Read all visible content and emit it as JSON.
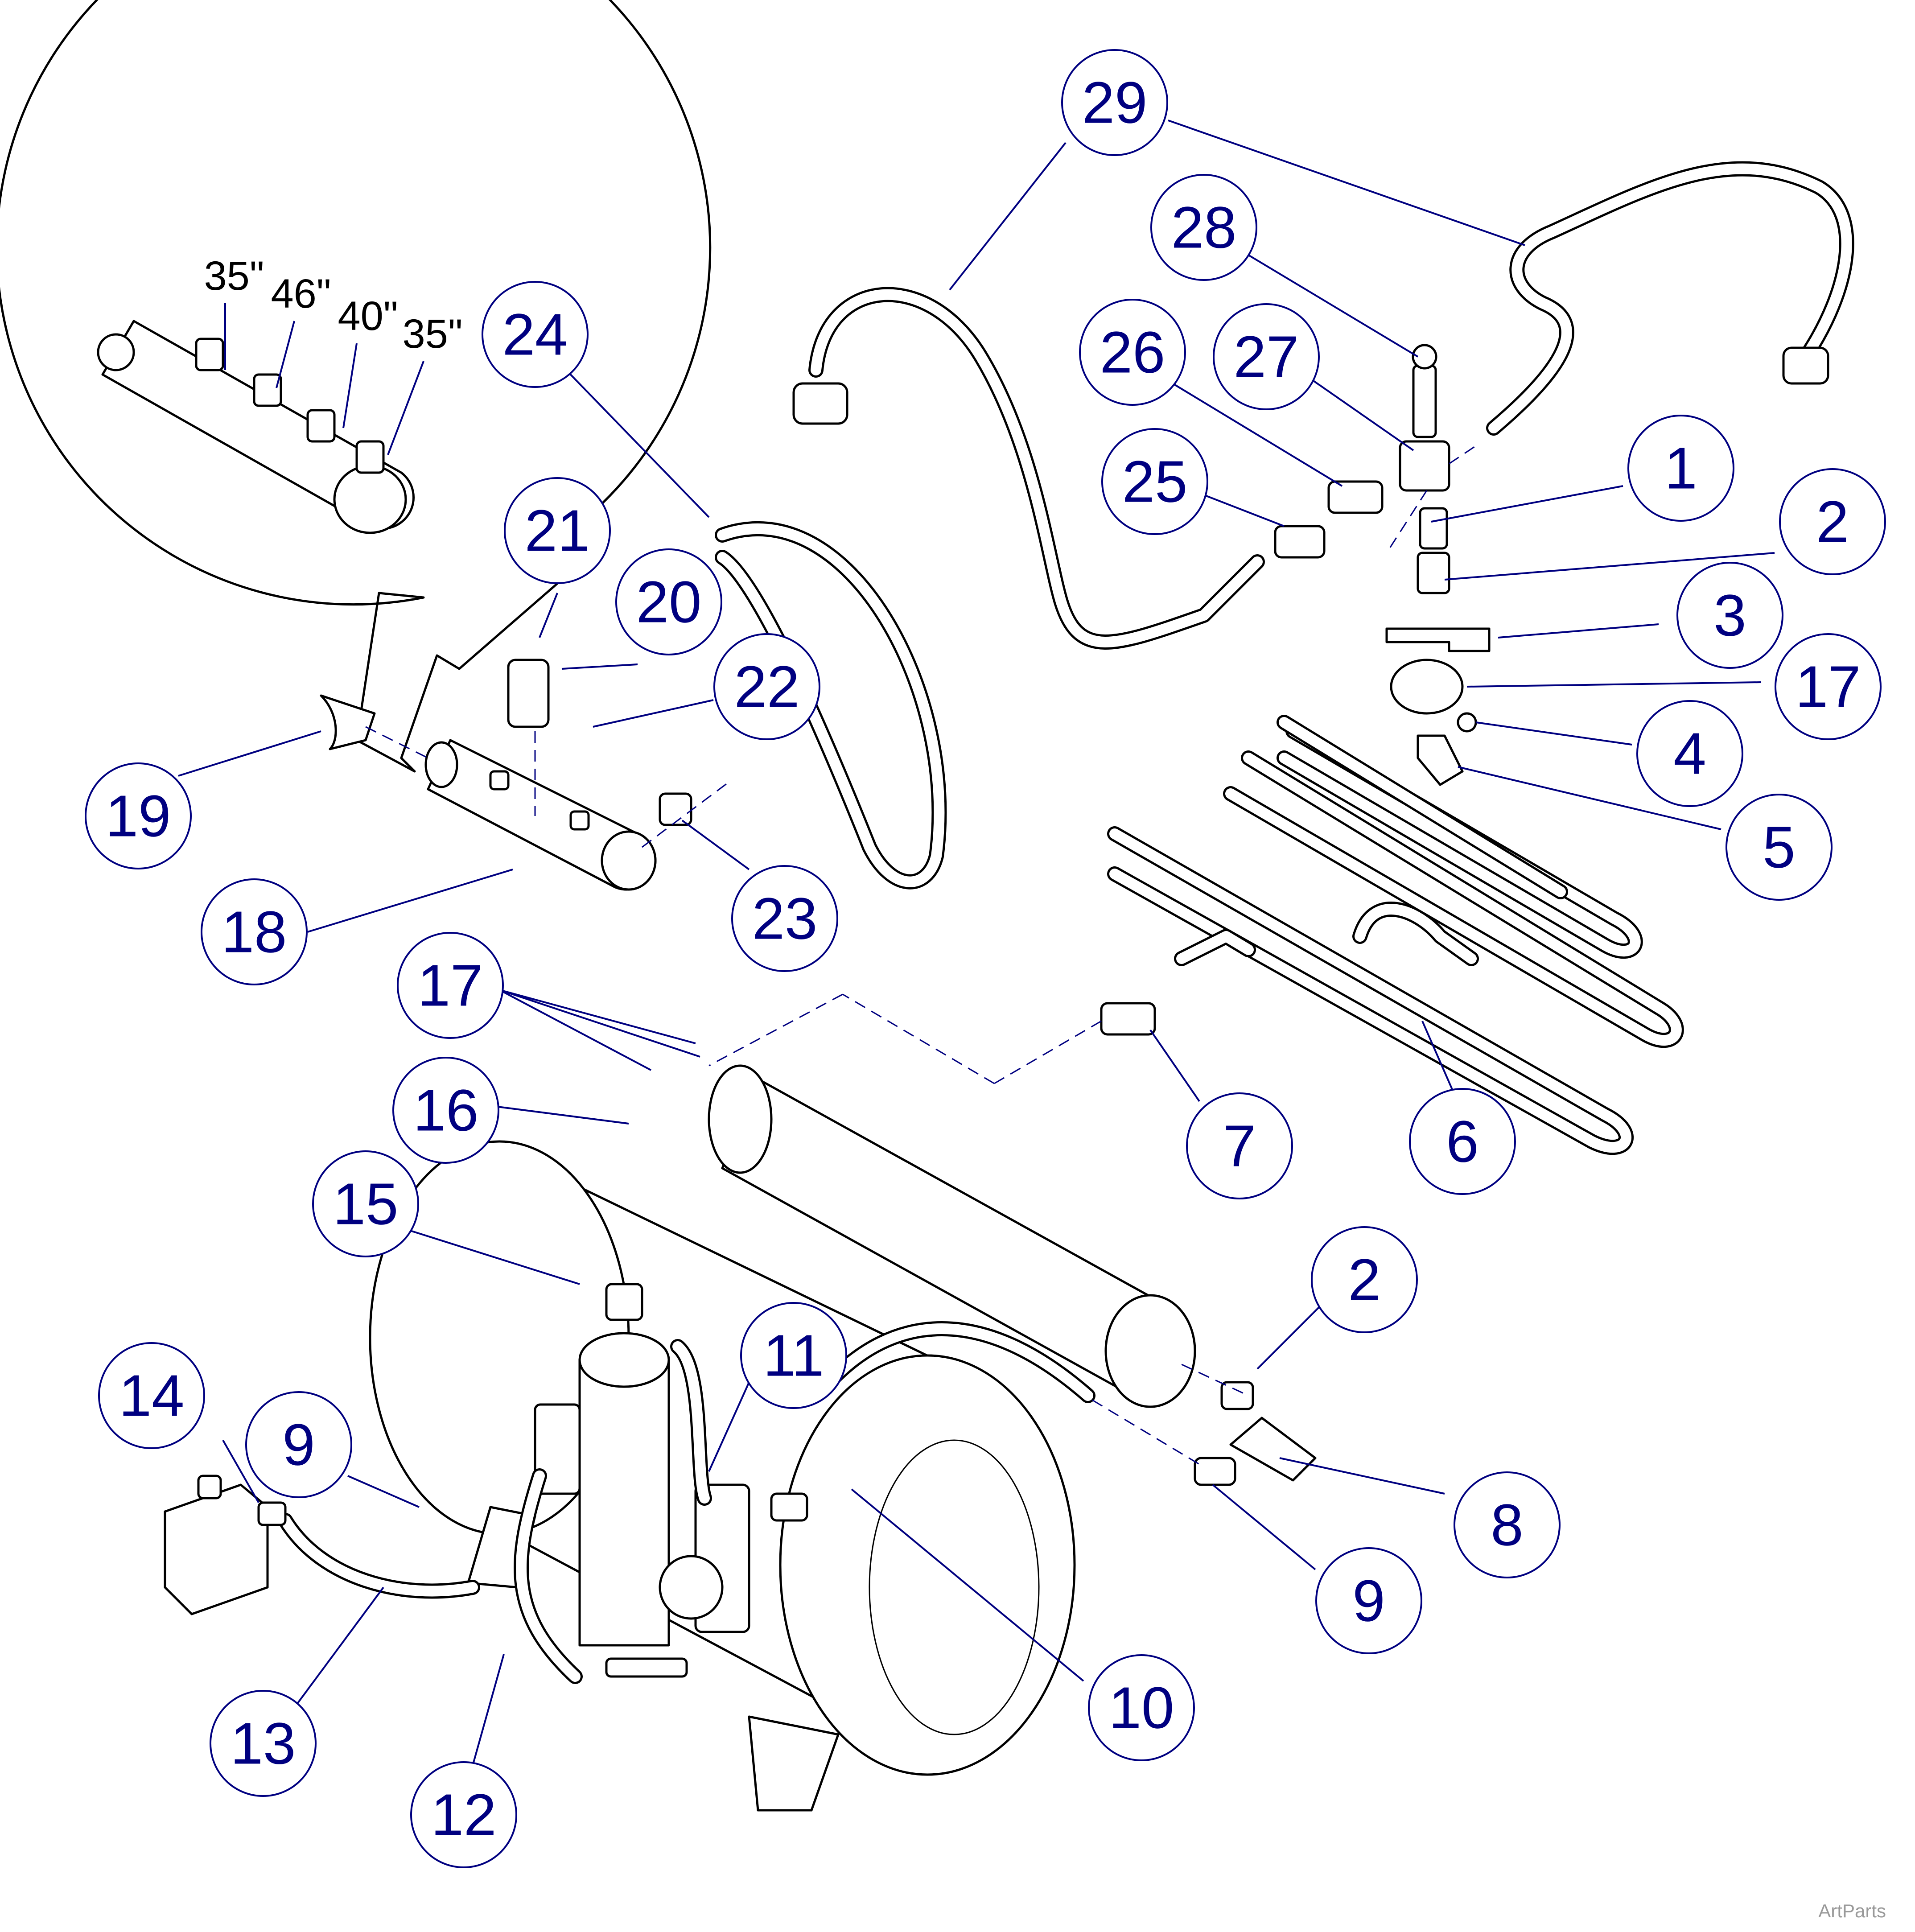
{
  "callouts": [
    "1",
    "2",
    "3",
    "17",
    "4",
    "5",
    "6",
    "7",
    "2",
    "8",
    "9",
    "10",
    "11",
    "12",
    "13",
    "14",
    "9",
    "15",
    "16",
    "17",
    "18",
    "19",
    "20",
    "21",
    "22",
    "23",
    "24",
    "25",
    "26",
    "27",
    "28",
    "29"
  ],
  "detail_lengths": [
    "35\"",
    "46\"",
    "40\"",
    "35\""
  ],
  "credit": "ArtParts",
  "colors": {
    "balloon": "#000080",
    "line": "#000000",
    "credit": "#999999"
  }
}
